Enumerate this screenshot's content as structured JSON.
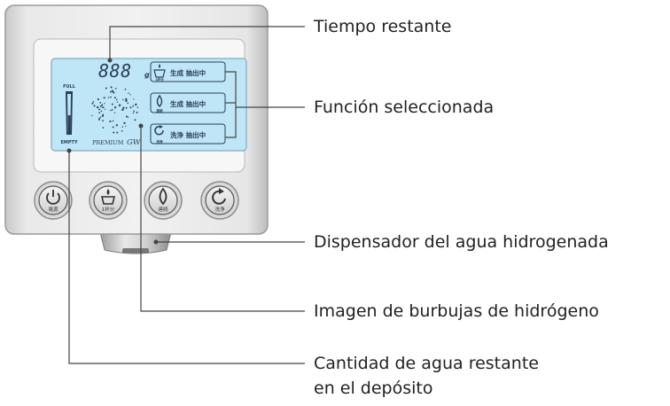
{
  "device": {
    "display": {
      "time_readout": "888",
      "time_suffix": "g",
      "level_top_label": "FULL",
      "level_bottom_label": "EMPTY",
      "brand_prefix": "PREMIUM",
      "brand_mark": "GW",
      "status_rows": [
        {
          "icon": "cup-icon",
          "icon_caption": "1杯分",
          "text": "生成 抽出中"
        },
        {
          "icon": "drop-icon",
          "icon_caption": "連続",
          "text": "生成 抽出中"
        },
        {
          "icon": "rinse-icon",
          "icon_caption": "洗浄",
          "text": "洗浄 抽出中"
        }
      ]
    },
    "buttons": [
      {
        "icon": "power-icon",
        "label": "電源"
      },
      {
        "icon": "cup-icon",
        "label": "1杯分"
      },
      {
        "icon": "drop-icon",
        "label": "連続"
      },
      {
        "icon": "rinse-icon",
        "label": "洗浄"
      }
    ]
  },
  "callouts": {
    "time_remaining": "Tiempo restante",
    "selected_function": "Función seleccionada",
    "dispenser": "Dispensador del agua hidrogenada",
    "bubbles": "Imagen de burbujas de hidrógeno",
    "tank_line1": "Cantidad de agua restante",
    "tank_line2": "en el depósito"
  },
  "colors": {
    "panel": "#dcdcdc",
    "lcd": "#bfe6f6",
    "lcd_ink": "#2a3f5a",
    "line": "#444444",
    "text": "#222222"
  }
}
